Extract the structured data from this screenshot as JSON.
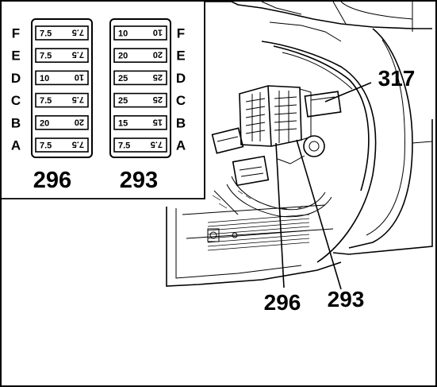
{
  "diagram": {
    "rows": [
      "F",
      "E",
      "D",
      "C",
      "B",
      "A"
    ],
    "boxes": [
      {
        "id": "296",
        "label": "296",
        "fuses": [
          "7.5",
          "7.5",
          "10",
          "7.5",
          "20",
          "7.5"
        ]
      },
      {
        "id": "293",
        "label": "293",
        "fuses": [
          "10",
          "20",
          "25",
          "25",
          "15",
          "7.5"
        ]
      }
    ],
    "callouts": {
      "relay": "317",
      "box_a": "296",
      "box_b": "293"
    }
  }
}
